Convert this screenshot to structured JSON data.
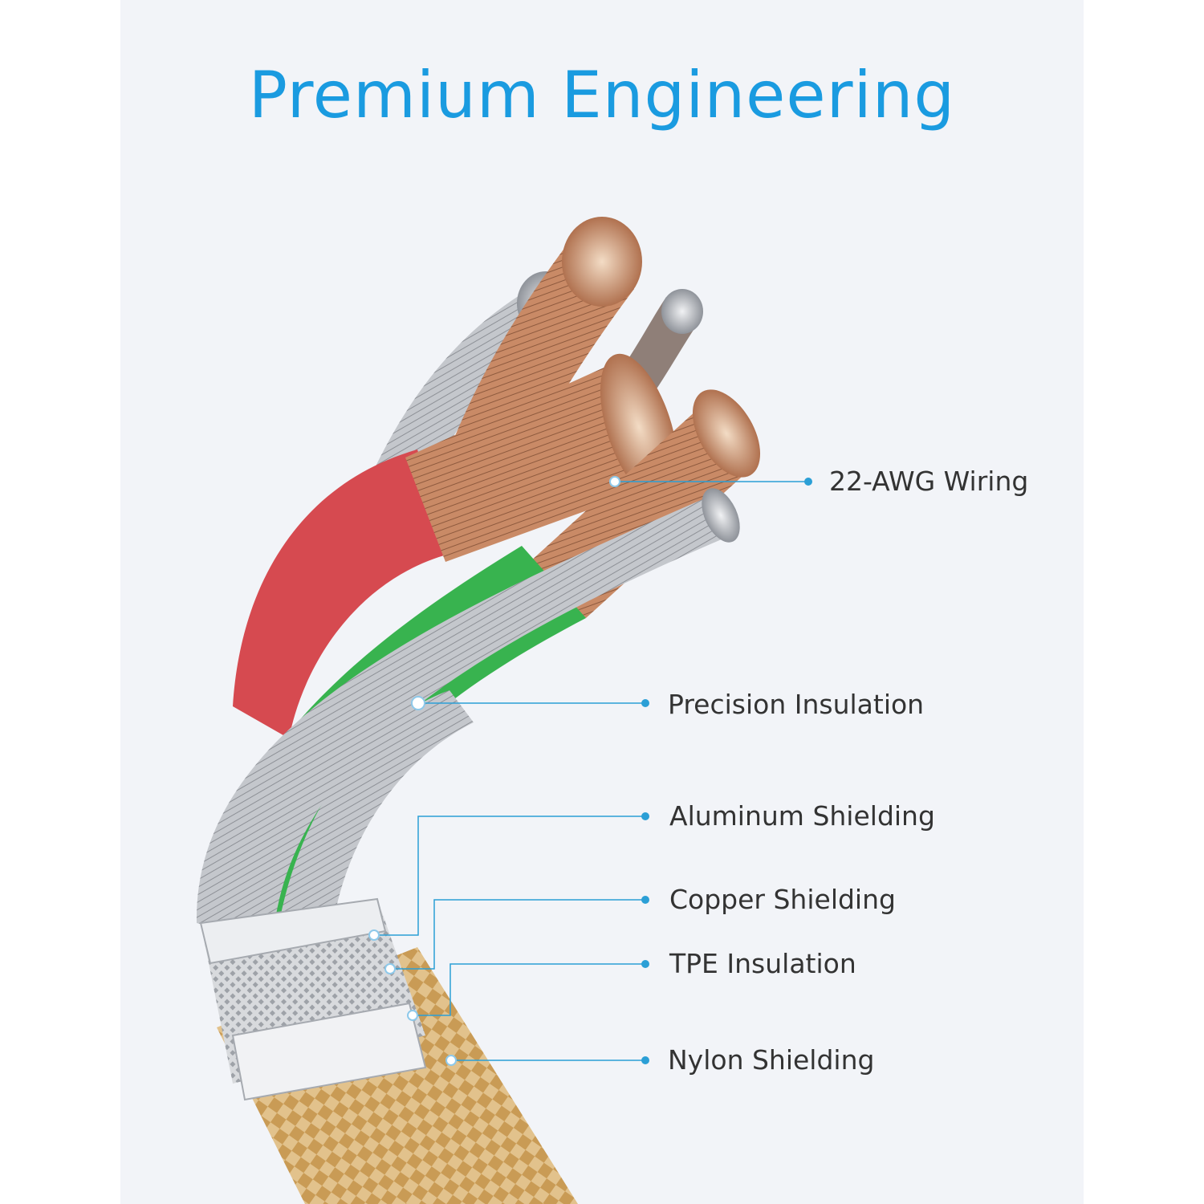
{
  "title": "Premium Engineering",
  "callouts": [
    {
      "label": "22-AWG Wiring"
    },
    {
      "label": "Precision Insulation"
    },
    {
      "label": "Aluminum Shielding"
    },
    {
      "label": "Copper Shielding"
    },
    {
      "label": "TPE Insulation"
    },
    {
      "label": "Nylon Shielding"
    }
  ],
  "colors": {
    "accent": "#1a9be0",
    "red_wire": "#d9474d",
    "green_wire": "#37b24d",
    "copper": "#c8845e",
    "silver": "#b9bcc2",
    "nylon": "#dcb879"
  }
}
